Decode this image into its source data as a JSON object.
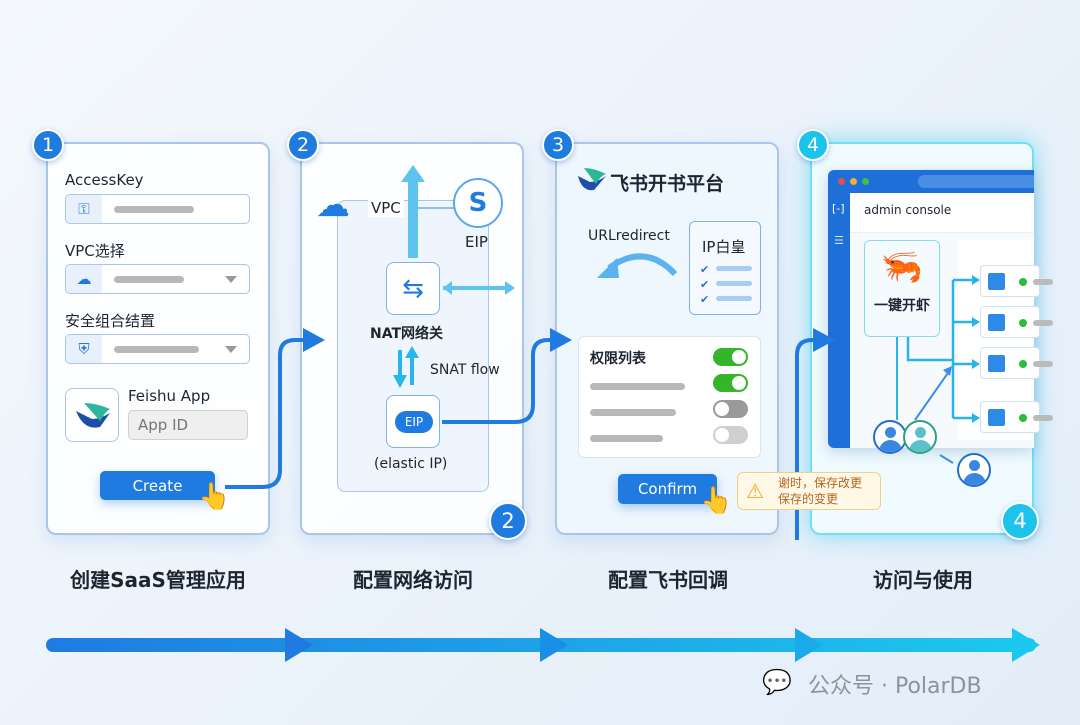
{
  "steps": [
    {
      "number": "1",
      "title": "创建SaaS管理应用"
    },
    {
      "number": "2",
      "title": "配置网络访问"
    },
    {
      "number": "3",
      "title": "配置飞书回调"
    },
    {
      "number": "4",
      "title": "访问与使用"
    }
  ],
  "card1": {
    "access_key_label": "AccessKey",
    "vpc_label": "VPC选择",
    "security_label": "安全组合结置",
    "feishu_app_label": "Feishu App",
    "app_id_placeholder": "App ID",
    "create_label": "Create"
  },
  "card2": {
    "vpc_label": "VPC",
    "eip_top_label": "EIP",
    "nat_label": "NAT网络关",
    "snat_label": "SNAT flow",
    "eip_box_label": "EIP",
    "elastic_label": "(elastic IP)",
    "corner_badge": "2"
  },
  "card3": {
    "platform_title": "飞书开书平台",
    "url_redirect": "URLredirect",
    "ip_doc_title": "IP白皇",
    "permissions_title": "权限列表",
    "toggles": [
      true,
      true,
      false,
      false
    ],
    "confirm_label": "Confirm",
    "tooltip_line1": "谢时，保存改更",
    "tooltip_line2": "保存的变更"
  },
  "card4": {
    "console_title": "admin console",
    "shrimp_label": "一键开虾",
    "corner_badge": "4"
  },
  "watermark": "公众号 · PolarDB",
  "colors": {
    "primary": "#1f7be0",
    "cyan": "#1cc3ea",
    "toggle_on": "#34b52a",
    "toggle_off": "#9a9a9a",
    "warning": "#f5a623"
  }
}
